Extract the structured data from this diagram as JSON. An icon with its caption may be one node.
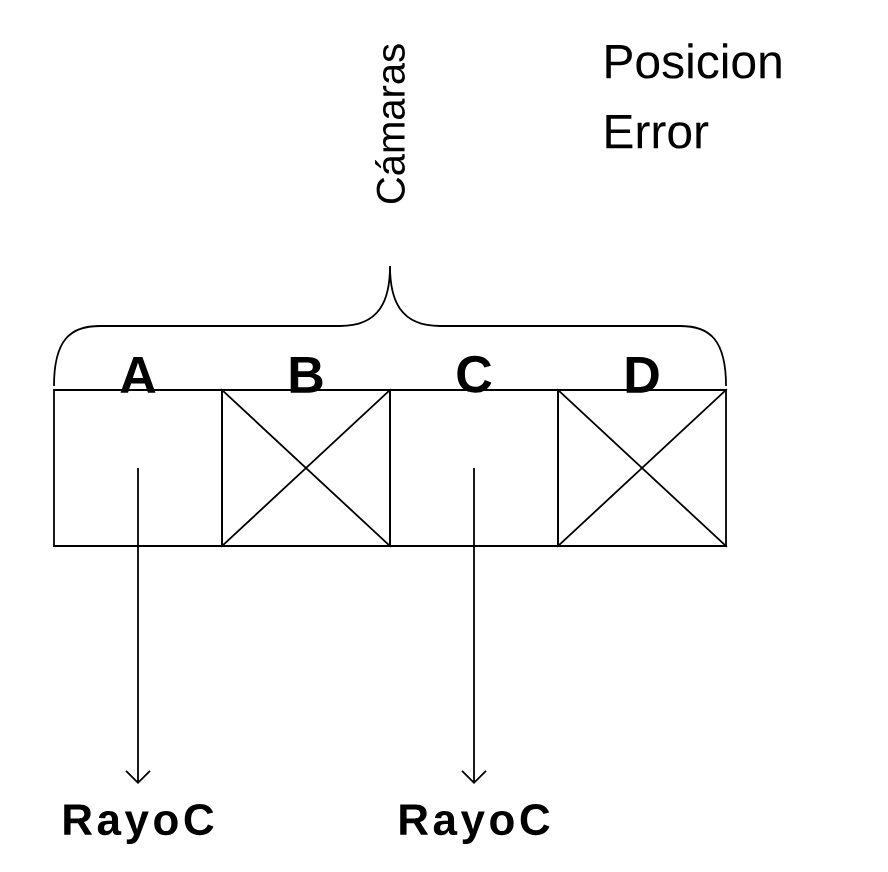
{
  "diagram": {
    "nodes": [
      {
        "text": [
          "A"
        ]
      },
      {
        "text": [
          "B"
        ]
      },
      {
        "text": [
          "C"
        ]
      },
      {
        "text": [
          "D"
        ]
      },
      {
        "text": [
          "RayoC"
        ]
      },
      {
        "text": [
          "RayoC"
        ]
      }
    ],
    "edges": [
      {
        "from": 0,
        "to": 4,
        "arrow": "to"
      },
      {
        "from": 2,
        "to": 5,
        "arrow": "to"
      }
    ],
    "labels": [
      "Cámaras",
      "Posicion Error"
    ]
  }
}
